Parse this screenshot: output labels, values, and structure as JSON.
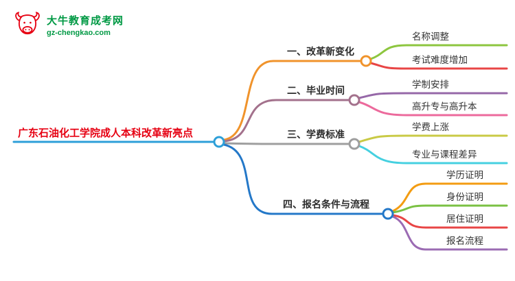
{
  "brand": {
    "name": "大牛教育成考网",
    "domain": "gz-chengkao.com",
    "color": "#009944",
    "logo_icon": "bull-icon",
    "logo_color": "#e60012"
  },
  "mindmap": {
    "central": {
      "label": "广东石油化工学院成人本科改革新亮点",
      "text_color": "#e60012",
      "line_color": "#2d9fd8"
    },
    "branches": [
      {
        "label": "一、改革新变化",
        "color": "#f0932b",
        "children": [
          {
            "label": "名称调整",
            "color": "#8dc63f"
          },
          {
            "label": "考试难度增加",
            "color": "#e84545"
          }
        ]
      },
      {
        "label": "二、毕业时间",
        "color": "#a3718c",
        "children": [
          {
            "label": "学制安排",
            "color": "#9668a8"
          },
          {
            "label": "高升专与高升本",
            "color": "#ec6a9c"
          }
        ]
      },
      {
        "label": "三、学费标准",
        "color": "#9e9e9e",
        "children": [
          {
            "label": "学费上涨",
            "color": "#c9ca45"
          },
          {
            "label": "专业与课程差异",
            "color": "#45d0e0"
          }
        ]
      },
      {
        "label": "四、报名条件与流程",
        "color": "#2478c8",
        "children": [
          {
            "label": "学历证明",
            "color": "#f39c12"
          },
          {
            "label": "身份证明",
            "color": "#7ac143"
          },
          {
            "label": "居住证明",
            "color": "#e84545"
          },
          {
            "label": "报名流程",
            "color": "#9b6bb3"
          }
        ]
      }
    ]
  }
}
